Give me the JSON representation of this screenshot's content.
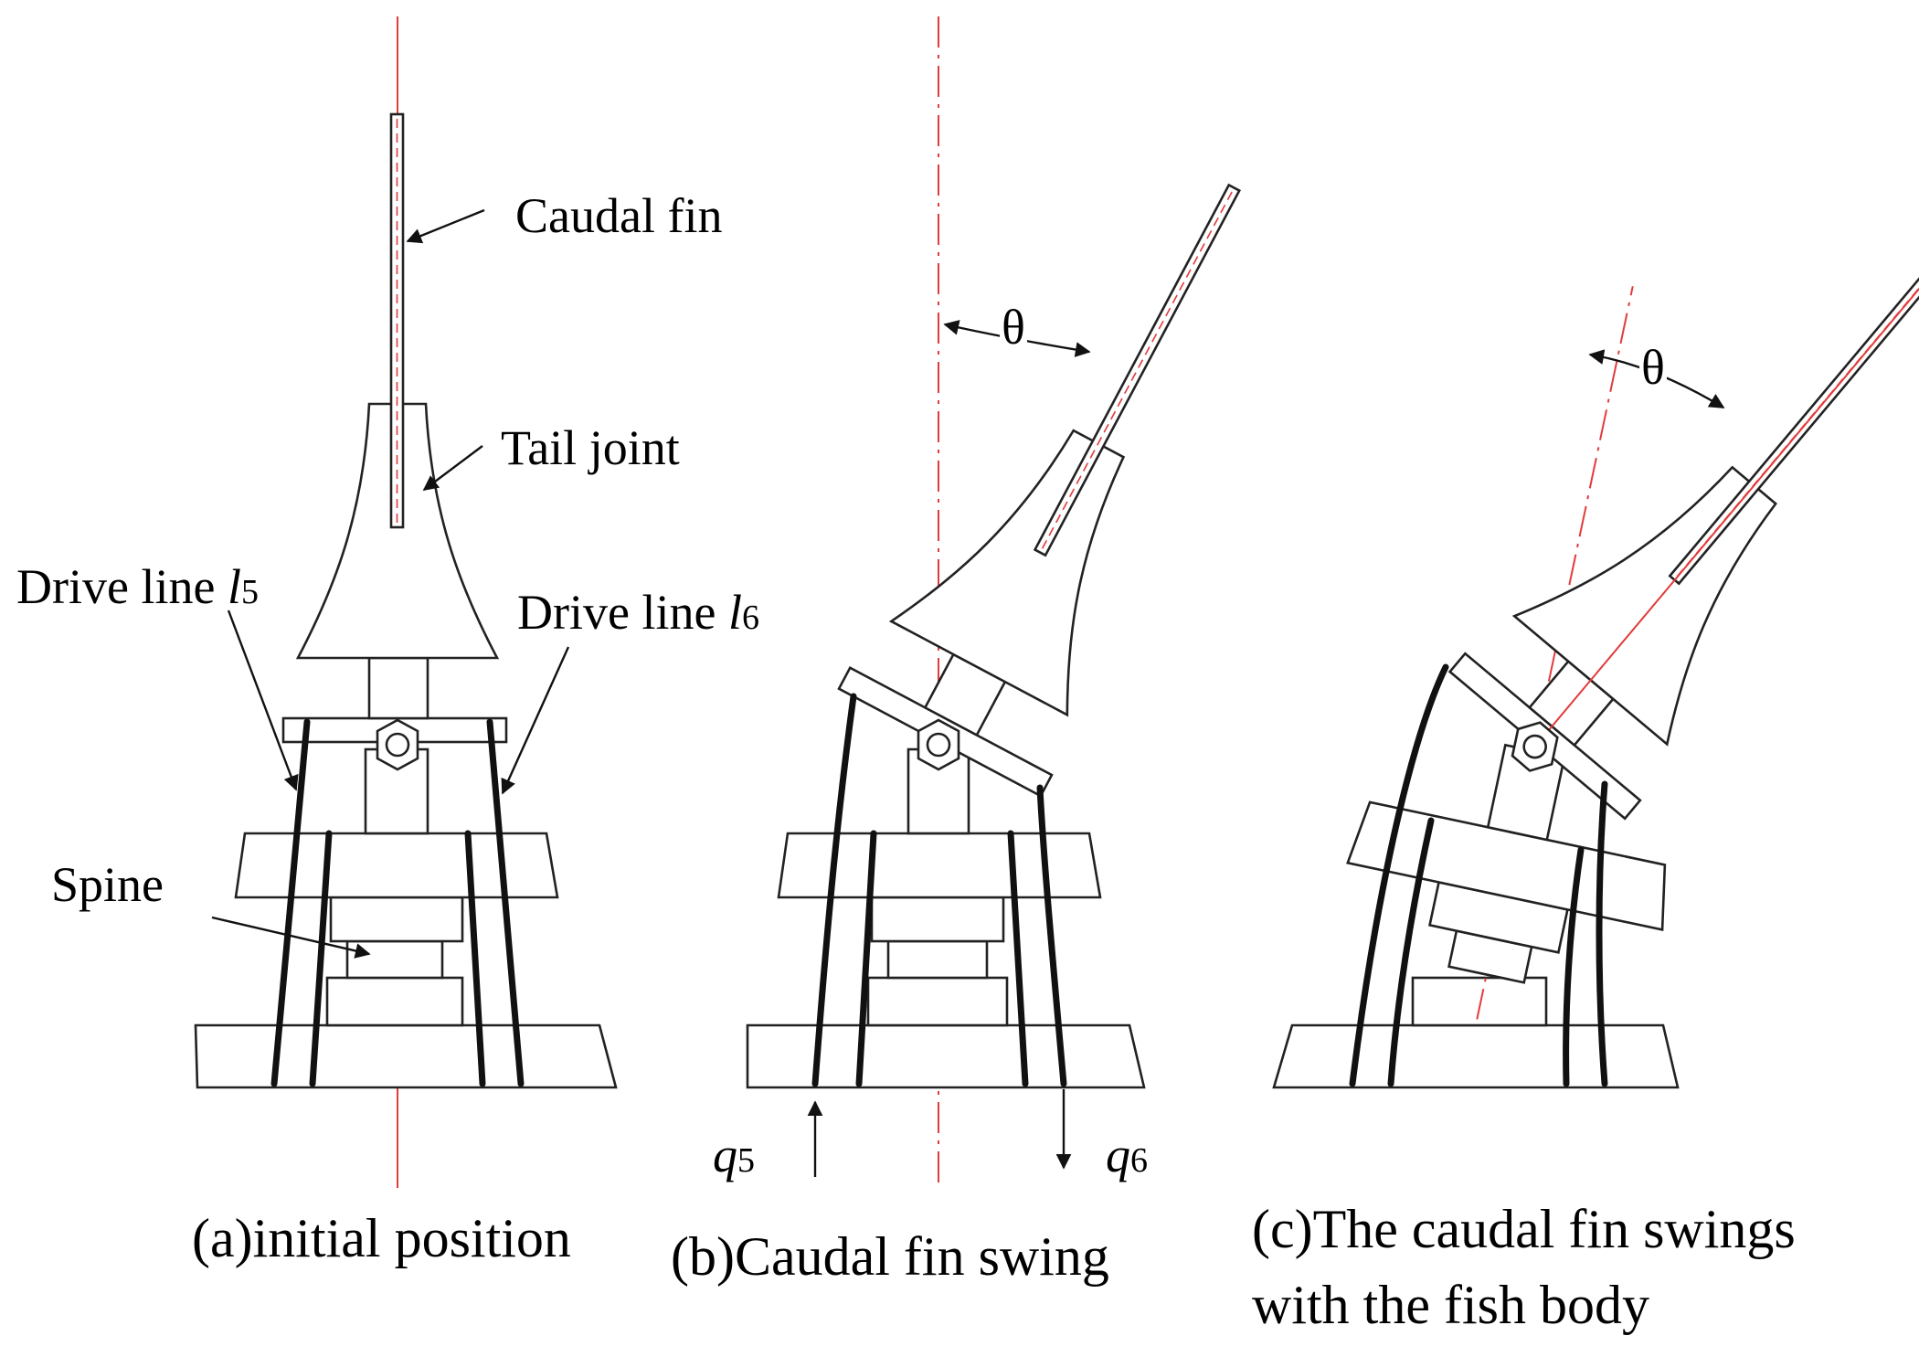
{
  "labels": {
    "caudal_fin": "Caudal fin",
    "tail_joint": "Tail joint",
    "drive_line_l5_prefix": "Drive line ",
    "drive_line_l6_prefix": "Drive line ",
    "l_symbol": "l",
    "l5_index": "5",
    "l6_index": "6",
    "spine": "Spine",
    "theta_b": "θ",
    "theta_c": "θ",
    "q_symbol": "q",
    "q5_index": "5",
    "q6_index": "6"
  },
  "captions": {
    "a": "(a)initial position",
    "b": "(b)Caudal  fin  swing",
    "c_line1": "(c)The caudal fin swings",
    "c_line2": "with the fish body"
  },
  "colors": {
    "centerline": "#e23b3b",
    "outline": "#222222",
    "cable": "#111111",
    "background": "#ffffff"
  },
  "panels": {
    "b": {
      "fin_tilt_deg": 28,
      "arrow_q5": "up",
      "arrow_q6": "down"
    },
    "c": {
      "body_tilt_deg": 12,
      "fin_tilt_deg": 40
    }
  }
}
